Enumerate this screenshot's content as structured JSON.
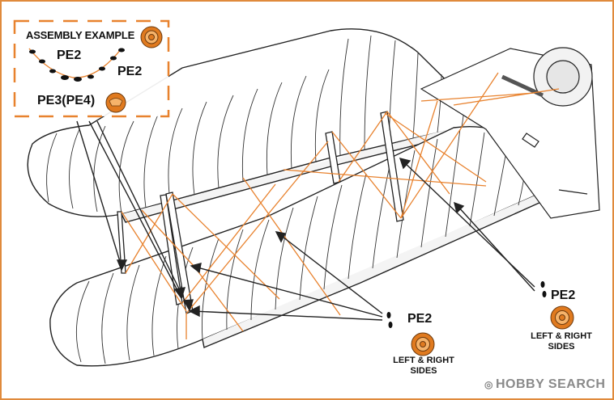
{
  "inset": {
    "title": "ASSEMBLY EXAMPLE",
    "part_a": "PE2",
    "part_b": "PE2",
    "part_c": "PE3(PE4)"
  },
  "callouts": {
    "center": {
      "part": "PE2",
      "sides_line1": "LEFT & RIGHT",
      "sides_line2": "SIDES"
    },
    "right": {
      "part": "PE2",
      "sides_line1": "LEFT & RIGHT",
      "sides_line2": "SIDES"
    }
  },
  "watermark": {
    "text": "HOBBY SEARCH",
    "icon": "hobby-search-logo-icon"
  },
  "colors": {
    "frame": "#e08a3c",
    "rigging": "#e8822e",
    "outline": "#222222",
    "badge_outer": "#e07a1f",
    "badge_inner": "#f6b36a"
  }
}
